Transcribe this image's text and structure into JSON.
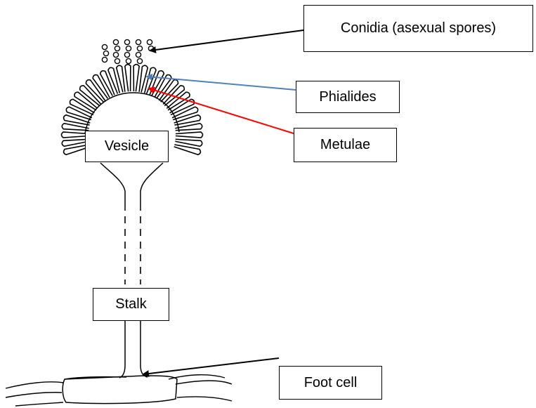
{
  "labels": {
    "conidia": "Conidia (asexual spores)",
    "phialides": "Phialides",
    "metulae": "Metulae",
    "vesicle": "Vesicle",
    "stalk": "Stalk",
    "foot_cell": "Foot cell"
  },
  "colors": {
    "conidia_arrow": "#000000",
    "phialides_arrow": "#4f81bd",
    "metulae_arrow": "#ff0000",
    "foot_cell_arrow": "#000000",
    "line_art": "#000000"
  }
}
